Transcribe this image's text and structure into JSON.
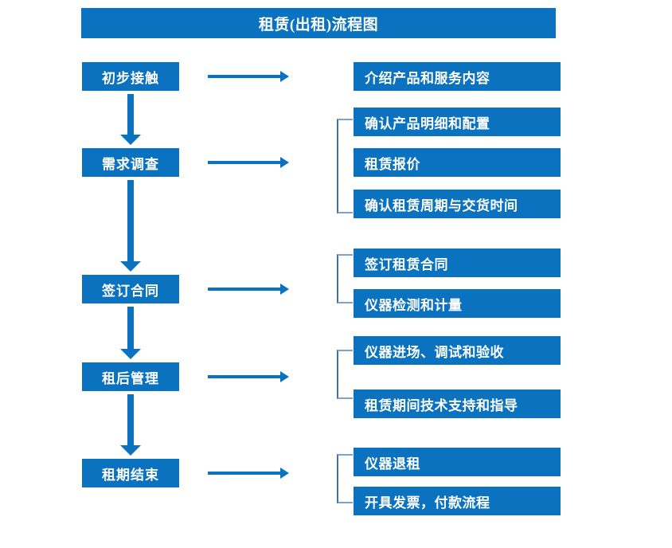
{
  "diagram": {
    "title": "租赁(出租)流程图",
    "colors": {
      "box_fill": "#0b72bf",
      "box_text": "#ffffff",
      "arrow": "#0b72bf",
      "bracket": "#3f73ab",
      "background": "#ffffff"
    },
    "stages": [
      {
        "id": "stage-1",
        "label": "初步接触",
        "details": [
          "介绍产品和服务内容"
        ],
        "has_bracket": false
      },
      {
        "id": "stage-2",
        "label": "需求调查",
        "details": [
          "确认产品明细和配置",
          "租赁报价",
          "确认租赁周期与交货时间"
        ],
        "has_bracket": true
      },
      {
        "id": "stage-3",
        "label": "签订合同",
        "details": [
          "签订租赁合同",
          "仪器检测和计量"
        ],
        "has_bracket": true
      },
      {
        "id": "stage-4",
        "label": "租后管理",
        "details": [
          "仪器进场、调试和验收",
          "租赁期间技术支持和指导"
        ],
        "has_bracket": true
      },
      {
        "id": "stage-5",
        "label": "租期结束",
        "details": [
          "仪器退租",
          "开具发票，付款流程"
        ],
        "has_bracket": true
      }
    ]
  }
}
